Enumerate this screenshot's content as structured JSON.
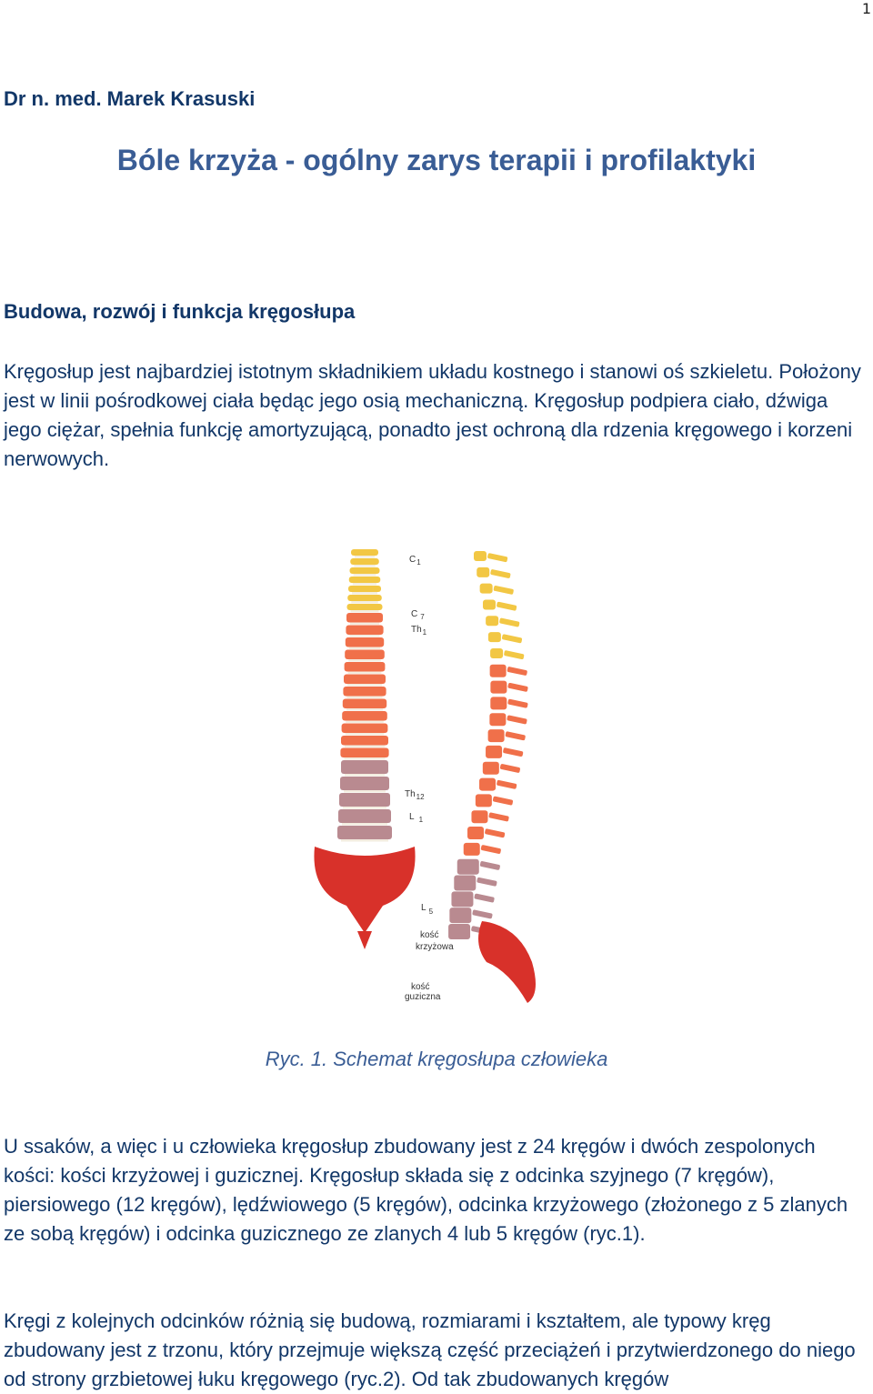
{
  "page_number": "1",
  "author": "Dr n. med. Marek Krasuski",
  "title": "Bóle krzyża - ogólny zarys terapii i profilaktyki",
  "section_heading": "Budowa, rozwój i funkcja kręgosłupa",
  "paragraphs": [
    "Kręgosłup jest najbardziej istotnym składnikiem układu kostnego i stanowi oś szkieletu. Położony jest w linii pośrodkowej ciała będąc jego osią mechaniczną. Kręgosłup podpiera ciało, dźwiga jego ciężar, spełnia funkcję amortyzującą, ponadto jest ochroną dla rdzenia kręgowego i korzeni nerwowych.",
    "U ssaków, a więc i u człowieka kręgosłup zbudowany jest z 24 kręgów i dwóch zespolonych kości: kości krzyżowej i guzicznej. Kręgosłup składa się z odcinka szyjnego (7 kręgów), piersiowego (12 kręgów), lędźwiowego (5 kręgów), odcinka krzyżowego (złożonego z 5 zlanych ze sobą kręgów) i odcinka guzicznego ze zlanych 4 lub 5 kręgów (ryc.1).",
    "Kręgi z kolejnych odcinków różnią się budową, rozmiarami i kształtem, ale typowy kręg zbudowany jest z trzonu, który przejmuje większą część przeciążeń i przytwierdzonego do niego od strony grzbietowej łuku kręgowego (ryc.2). Od tak zbudowanych kręgów"
  ],
  "figure": {
    "caption": "Ryc. 1. Schemat kręgosłupa człowieka",
    "labels": {
      "c": "C",
      "c1_sub": "1",
      "c7_sub": "7",
      "th": "Th",
      "th1_sub": "1",
      "th12_sub": "12",
      "l": "L",
      "l1_sub": "1",
      "l5_sub": "5",
      "sacrum_1": "kość",
      "sacrum_2": "krzyżowa",
      "coccyx_1": "kość",
      "coccyx_2": "guziczna"
    },
    "colors": {
      "cervical": "#f2c744",
      "thoracic": "#f0704a",
      "lumbar": "#b98a90",
      "sacrum": "#d8312a",
      "coccyx": "#d8312a",
      "disc": "#f3ede0"
    }
  }
}
